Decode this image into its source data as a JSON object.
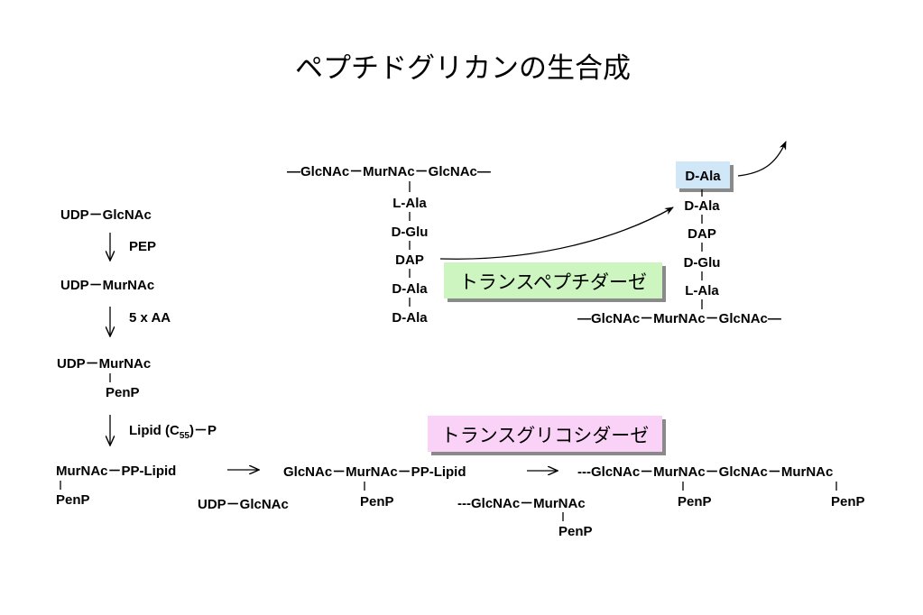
{
  "title": "ペプチドグリカンの生合成",
  "colors": {
    "transpeptidase_box": "#ccf5c0",
    "transglycosidase_box": "#fbd2f7",
    "dala_box": "#cfe7f7"
  },
  "enzymes": {
    "transpeptidase": "トランスペプチダーゼ",
    "transglycosidase": "トランスグリコシダーゼ"
  },
  "left": {
    "udp_glcnac": "UDP－GlcNAc",
    "pep": "PEP",
    "udp_murnac": "UDP－MurNAc",
    "five_aa": "5 x AA",
    "udp_murnac2": "UDP－MurNAc",
    "penp": "PenP",
    "lipid_pre": "Lipid (C",
    "lipid_sub": "55",
    "lipid_post": ")－P",
    "murnac_pp_lipid": "MurNAc－PP-Lipid",
    "penp2": "PenP"
  },
  "middle": {
    "glcnac_murnac_pp_lipid": "GlcNAc－MurNAc－PP-Lipid",
    "penp": "PenP",
    "udp_glcnac": "UDP－GlcNAc"
  },
  "bottom_right": {
    "chain": "---GlcNAc－MurNAc－GlcNAc－MurNAc",
    "penp_a": "PenP",
    "penp_b": "PenP",
    "chain2": "---GlcNAc－MurNAc",
    "penp_c": "PenP"
  },
  "strand1": {
    "chain": "—GlcNAc－MurNAc－GlcNAc—",
    "residues": [
      "L-Ala",
      "D-Glu",
      "DAP",
      "D-Ala",
      "D-Ala"
    ]
  },
  "strand2": {
    "dala_top": "D-Ala",
    "residues": [
      "D-Ala",
      "DAP",
      "D-Glu",
      "L-Ala"
    ],
    "chain": "—GlcNAc－MurNAc－GlcNAc—"
  }
}
